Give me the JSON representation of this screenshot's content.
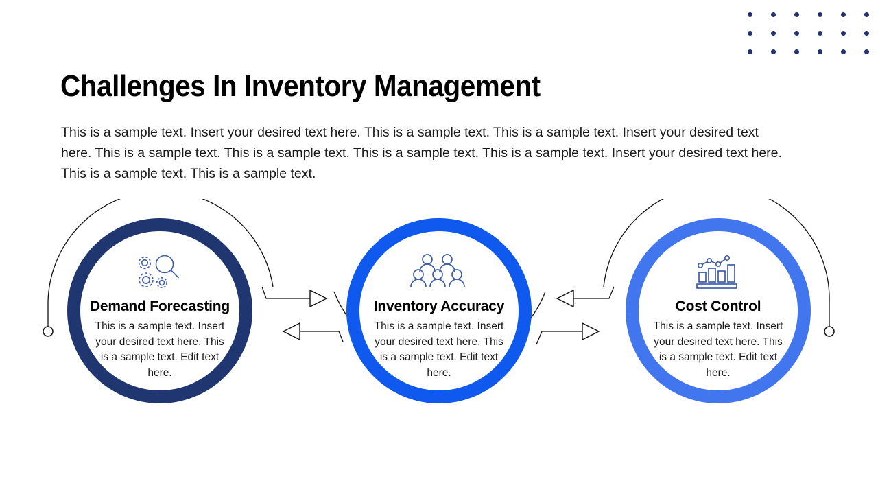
{
  "slide": {
    "title": "Challenges In Inventory Management",
    "description": "This is a sample text. Insert your desired text here. This is a sample text. This is a sample text. Insert your desired text here. This is a sample text. This is a sample text. This is a sample text. This is a sample text. Insert your desired text here. This is a sample text. This is a sample text.",
    "colors": {
      "dot_grid": "#23336E",
      "node_1_ring": "#1F3670",
      "node_2_ring": "#1059EE",
      "node_3_ring": "#4276EE",
      "connector_line": "#111111",
      "icon_stroke": "#3F5FA8",
      "text": "#1a1a1a"
    }
  },
  "nodes": [
    {
      "id": "demand-forecasting",
      "icon": "gears-magnifier-icon",
      "title": "Demand Forecasting",
      "text": "This is a sample text. Insert your desired text here. This is a sample text. Edit text here.",
      "ring_color": "#1F3670"
    },
    {
      "id": "inventory-accuracy",
      "icon": "people-group-icon",
      "title": "Inventory Accuracy",
      "text": "This is a sample text. Insert your desired text here. This is a sample text. Edit text here.",
      "ring_color": "#1059EE"
    },
    {
      "id": "cost-control",
      "icon": "bar-chart-line-icon",
      "title": "Cost Control",
      "text": "This is a sample text. Insert your desired text here. This is a sample text. Edit text here.",
      "ring_color": "#4276EE"
    }
  ],
  "decor": {
    "dot_rows": 3,
    "dot_cols": 6
  }
}
